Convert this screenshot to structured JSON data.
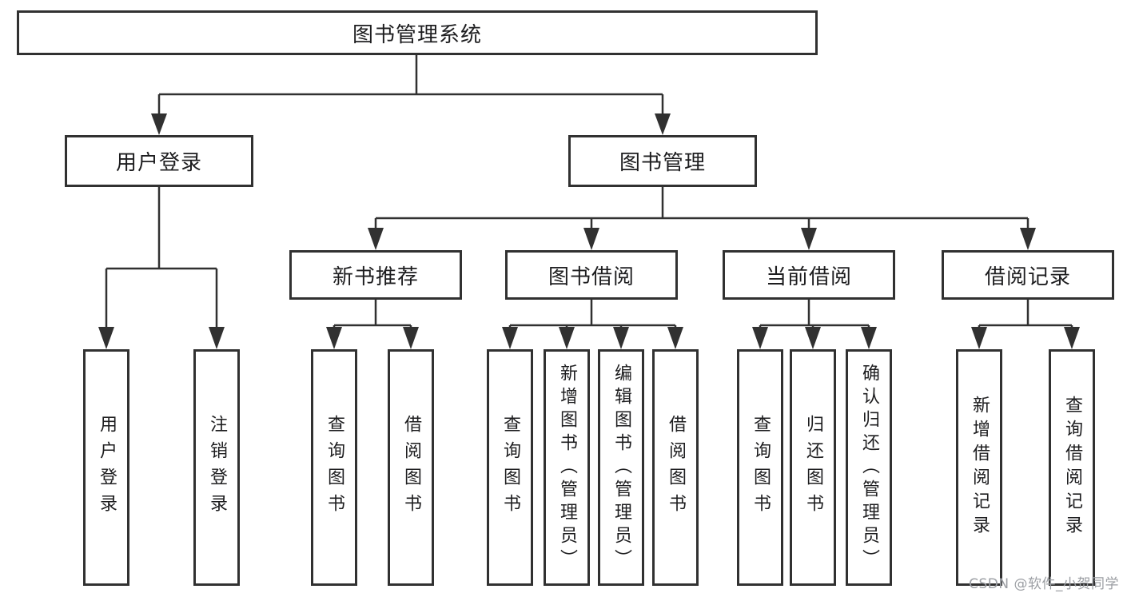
{
  "diagram": {
    "root": {
      "label": "图书管理系统"
    },
    "level2": [
      {
        "id": "user-login",
        "label": "用户登录",
        "parent": "图书管理系统"
      },
      {
        "id": "book-management",
        "label": "图书管理",
        "parent": "图书管理系统"
      }
    ],
    "level3": [
      {
        "id": "new-book-recommend",
        "label": "新书推荐",
        "parent": "图书管理"
      },
      {
        "id": "book-borrowing",
        "label": "图书借阅",
        "parent": "图书管理"
      },
      {
        "id": "current-borrowing",
        "label": "当前借阅",
        "parent": "图书管理"
      },
      {
        "id": "borrowing-records",
        "label": "借阅记录",
        "parent": "图书管理"
      }
    ],
    "leaves": [
      {
        "id": "user-login-leaf",
        "label": "用户登录",
        "parent": "用户登录"
      },
      {
        "id": "logout",
        "label": "注销登录",
        "parent": "用户登录"
      },
      {
        "id": "query-book-newrec",
        "label": "查询图书",
        "parent": "新书推荐"
      },
      {
        "id": "borrow-book-newrec",
        "label": "借阅图书",
        "parent": "新书推荐"
      },
      {
        "id": "query-book-borrow",
        "label": "查询图书",
        "parent": "图书借阅"
      },
      {
        "id": "add-book-admin",
        "label": "新增图书（管理员）",
        "parent": "图书借阅"
      },
      {
        "id": "edit-book-admin",
        "label": "编辑图书（管理员）",
        "parent": "图书借阅"
      },
      {
        "id": "borrow-book",
        "label": "借阅图书",
        "parent": "图书借阅"
      },
      {
        "id": "query-book-current",
        "label": "查询图书",
        "parent": "当前借阅"
      },
      {
        "id": "return-book",
        "label": "归还图书",
        "parent": "当前借阅"
      },
      {
        "id": "confirm-return-admin",
        "label": "确认归还（管理员）",
        "parent": "当前借阅"
      },
      {
        "id": "add-borrow-record",
        "label": "新增借阅记录",
        "parent": "借阅记录"
      },
      {
        "id": "query-borrow-record",
        "label": "查询借阅记录",
        "parent": "借阅记录"
      }
    ],
    "colors": {
      "line": "#313131",
      "watermark": "#9b9ea3"
    }
  },
  "watermark": {
    "text": "CSDN @软件_小贺同学"
  }
}
